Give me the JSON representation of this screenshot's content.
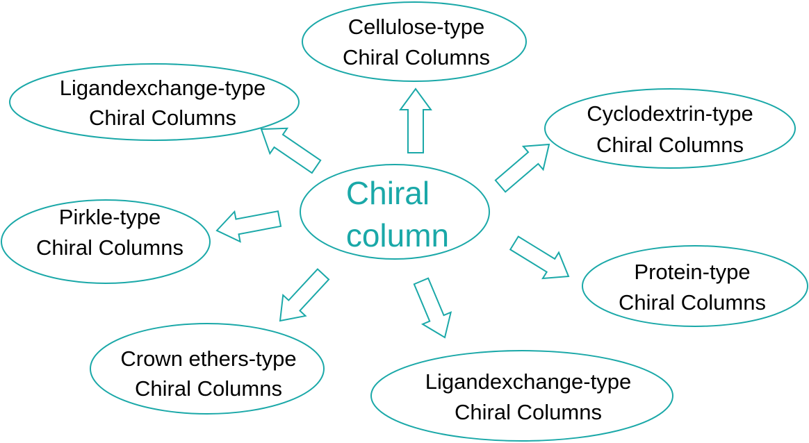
{
  "center": {
    "line1": "Chiral",
    "line2": "column"
  },
  "nodes": [
    {
      "id": "cellulose",
      "line1": "Cellulose-type",
      "line2": "Chiral Columns"
    },
    {
      "id": "ligandexchange-top",
      "line1": "Ligandexchange-type",
      "line2": "Chiral Columns"
    },
    {
      "id": "cyclodextrin",
      "line1": "Cyclodextrin-type",
      "line2": "Chiral Columns"
    },
    {
      "id": "pirkle",
      "line1": "Pirkle-type",
      "line2": "Chiral Columns"
    },
    {
      "id": "protein",
      "line1": "Protein-type",
      "line2": "Chiral Columns"
    },
    {
      "id": "crown-ethers",
      "line1": "Crown ethers-type",
      "line2": "Chiral Columns"
    },
    {
      "id": "ligandexchange-bottom",
      "line1": "Ligandexchange-type",
      "line2": "Chiral Columns"
    }
  ],
  "colors": {
    "accent": "#1aa8a8",
    "text": "#000000"
  }
}
